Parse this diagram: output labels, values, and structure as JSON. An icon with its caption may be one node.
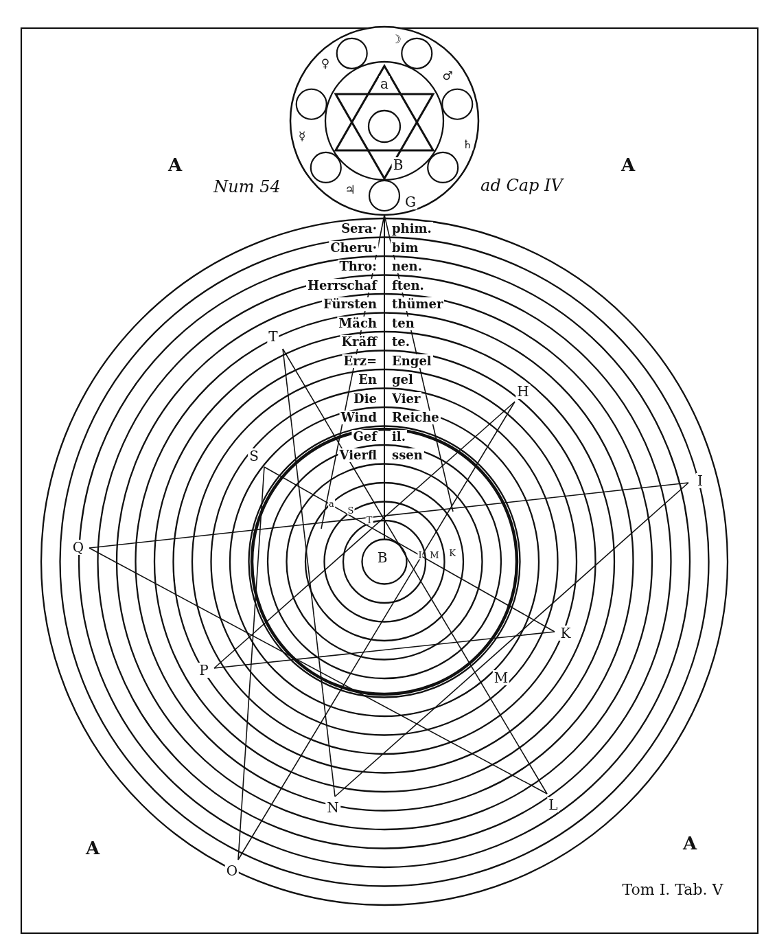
{
  "diagram": {
    "labels": [
      "☽",
      "♀",
      "a",
      "♂",
      "☿",
      "♄",
      "A",
      "B",
      "A",
      "Num 54",
      "♃",
      "G",
      "ad Cap IV",
      "Sera·",
      "phim.",
      "Cheru·",
      "bim",
      "Thro:",
      "nen.",
      "Herrschaf",
      "ften.",
      "Fürsten",
      "thümer",
      "Mäch",
      "ten",
      "Kräff",
      "te.",
      "Erz=",
      "Engel",
      "En",
      "gel",
      "Die",
      "Vier",
      "Wind",
      "Reiche",
      "Gef",
      "il.",
      "Vierfl",
      "ssen",
      "T",
      "H",
      "S",
      "I",
      "a",
      "S",
      "T",
      "Q",
      "B",
      "I",
      "M",
      "K",
      "K",
      "P",
      "M",
      "N",
      "L",
      "A",
      "A",
      "O",
      "Tom I. Tab. V"
    ]
  }
}
